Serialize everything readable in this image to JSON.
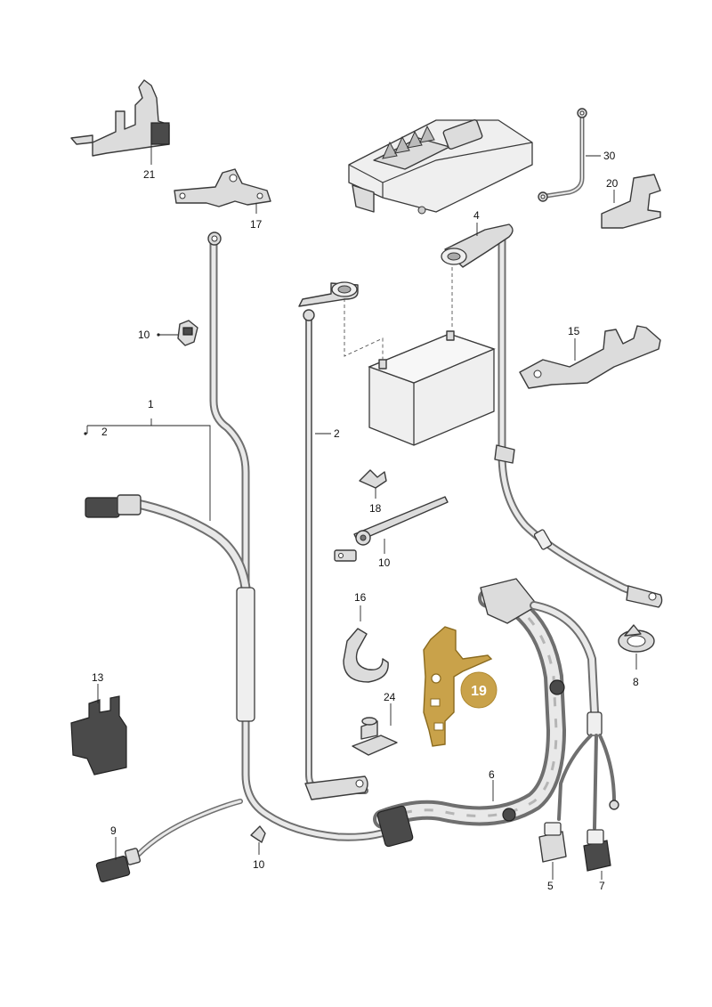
{
  "labels": {
    "p1": "1",
    "p2a": "2",
    "p2b": "2",
    "p4": "4",
    "p5": "5",
    "p6": "6",
    "p7": "7",
    "p8": "8",
    "p9": "9",
    "p10a": "10",
    "p10b": "10",
    "p10c": "10",
    "p13": "13",
    "p15": "15",
    "p16": "16",
    "p17": "17",
    "p18": "18",
    "p20": "20",
    "p21": "21",
    "p24": "24",
    "p30": "30"
  },
  "highlight": {
    "label": "19",
    "color": "#c9a24a"
  }
}
